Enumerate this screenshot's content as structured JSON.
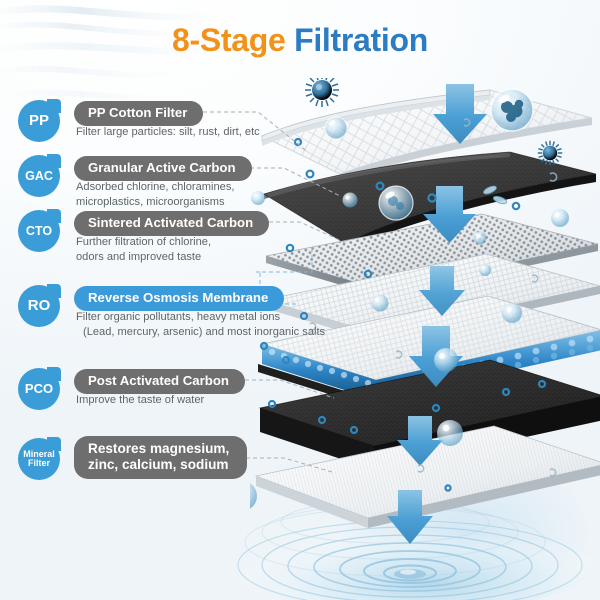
{
  "title": {
    "part1": "8-Stage",
    "part2": "Filtration"
  },
  "colors": {
    "orange": "#f29219",
    "blue": "#2c7cc3",
    "badge_blue": "#3a9dd8",
    "pill_gray": "#6e6e6e",
    "pill_blue": "#3b9ad9",
    "arrow_blue": "#4a9fd4",
    "desc_gray": "#5e6569"
  },
  "stages": [
    {
      "code": "PP",
      "title": "PP Cotton Filter",
      "desc_lines": [
        "Filter large particles: silt, rust, dirt, etc"
      ],
      "pill_style": "gray"
    },
    {
      "code": "GAC",
      "title": "Granular Active Carbon",
      "desc_lines": [
        "Adsorbed chlorine, chloramines,",
        "microplastics, microorganisms"
      ],
      "pill_style": "gray"
    },
    {
      "code": "CTO",
      "title": "Sintered Activated Carbon",
      "desc_lines": [
        "Further filtration of chlorine,",
        "odors and improved taste"
      ],
      "pill_style": "gray"
    },
    {
      "code": "RO",
      "title": "Reverse Osmosis Membrane",
      "desc_lines": [
        "Filter organic pollutants, heavy metal ions",
        "(Lead, mercury, arsenic) and most inorganic salts"
      ],
      "pill_style": "blue"
    },
    {
      "code": "PCO",
      "title": "Post Activated Carbon",
      "desc_lines": [
        "Improve the taste of water"
      ],
      "pill_style": "gray"
    },
    {
      "code": "Mineral Filter",
      "code_line1": "Mineral",
      "code_line2": "Filter",
      "title_line1": "Restores magnesium,",
      "title_line2": "zinc, calcium, sodium",
      "desc_lines": [],
      "pill_style": "gray"
    }
  ],
  "graphic": {
    "name": "exploded-filter-layer-stack",
    "layers": [
      "pp-cotton-white-quilted-sheet",
      "granular-active-carbon-dark-sheet",
      "sintered-carbon-perforated-sheet",
      "white-mesh-sheet",
      "reverse-osmosis-membrane-blue-braided-sheet",
      "post-activated-carbon-dark-sheet",
      "mineral-filter-white-sheet"
    ],
    "arrow_count": 6,
    "particles": [
      "virus",
      "bacteria",
      "water-droplet",
      "micro-bubble",
      "sediment-ring"
    ],
    "water_ripple": "bottom-center-right"
  }
}
